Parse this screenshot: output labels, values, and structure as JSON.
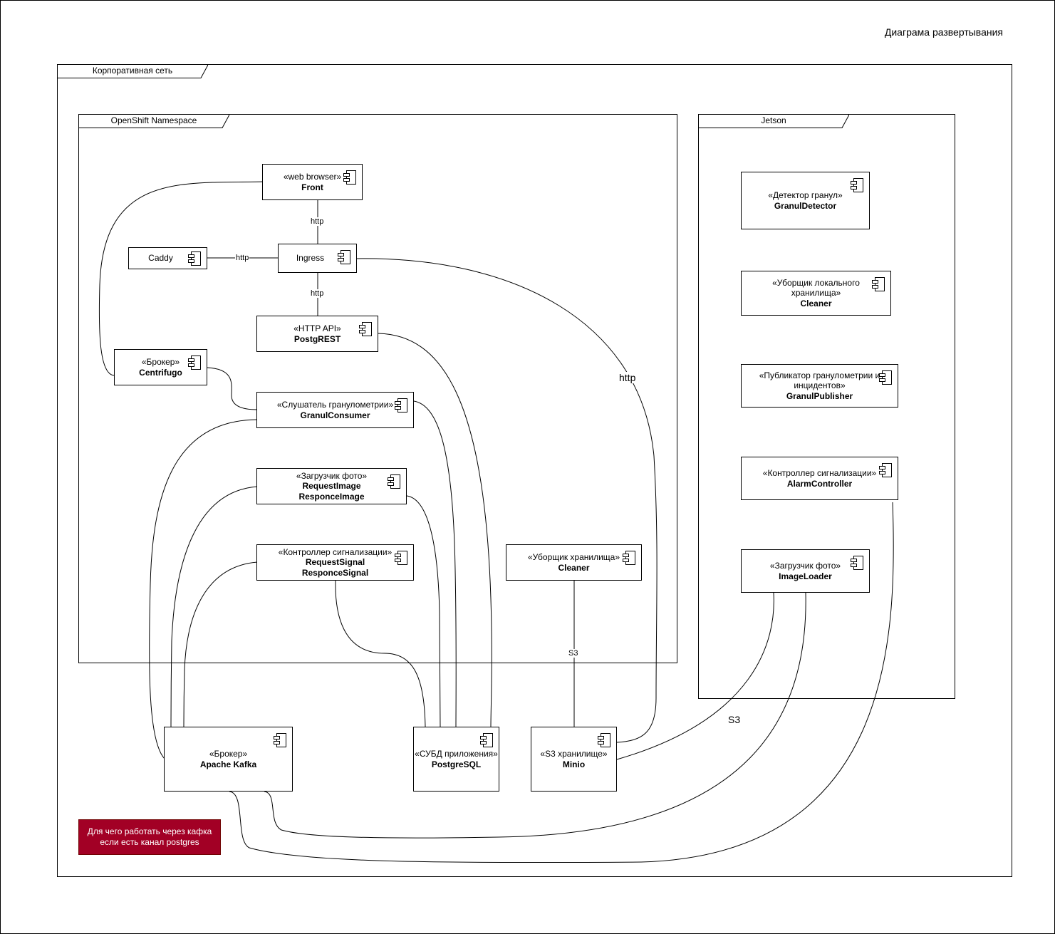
{
  "title": "Диаграма развертывания",
  "frames": {
    "corporate": "Корпоративная сеть",
    "openshift": "OpenShift Namespace",
    "jetson": "Jetson"
  },
  "components": {
    "front": {
      "stereotype": "«web browser»",
      "name": "Front"
    },
    "caddy": {
      "stereotype": "",
      "name": "Caddy"
    },
    "ingress": {
      "stereotype": "",
      "name": "Ingress"
    },
    "postgrest": {
      "stereotype": "«HTTP API»",
      "name": "PostgREST"
    },
    "centrifugo": {
      "stereotype": "«Брокер»",
      "name": "Centrifugo"
    },
    "granul_consumer": {
      "stereotype": "«Слушатель гранулометрии»",
      "name": "GranulConsumer"
    },
    "request_image": {
      "stereotype": "«Загрузчик фото»",
      "name": "RequestImage\nResponceImage"
    },
    "request_signal": {
      "stereotype": "«Контроллер сигнализации»",
      "name": "RequestSignal\nResponceSignal"
    },
    "storage_cleaner": {
      "stereotype": "«Уборщик хранилища»",
      "name": "Cleaner"
    },
    "kafka": {
      "stereotype": "«Брокер»",
      "name": "Apache Kafka"
    },
    "postgres": {
      "stereotype": "«СУБД приложения»",
      "name": "PostgreSQL"
    },
    "minio": {
      "stereotype": "«S3 хранилище»",
      "name": "Minio"
    },
    "granul_detector": {
      "stereotype": "«Детектор гранул»",
      "name": "GranulDetector"
    },
    "local_cleaner": {
      "stereotype": "«Уборщик локального хранилища»",
      "name": "Cleaner"
    },
    "granul_publisher": {
      "stereotype": "«Публикатор гранулометрии и инцидентов»",
      "name": "GranulPublisher"
    },
    "alarm_controller": {
      "stereotype": "«Контроллер сигнализации»",
      "name": "AlarmController"
    },
    "image_loader": {
      "stereotype": "«Загрузчик фото»",
      "name": "ImageLoader"
    }
  },
  "edge_labels": {
    "front_ingress": "http",
    "caddy_ingress": "http",
    "ingress_postgrest": "http",
    "ingress_minio": "http",
    "cleaner_minio": "S3",
    "imageloader_minio": "S3"
  },
  "note": {
    "text": "Для чего работать через кафка\nесли есть канал postgres",
    "color": "#a20025"
  },
  "colors": {
    "line": "#000000",
    "background": "#ffffff"
  }
}
